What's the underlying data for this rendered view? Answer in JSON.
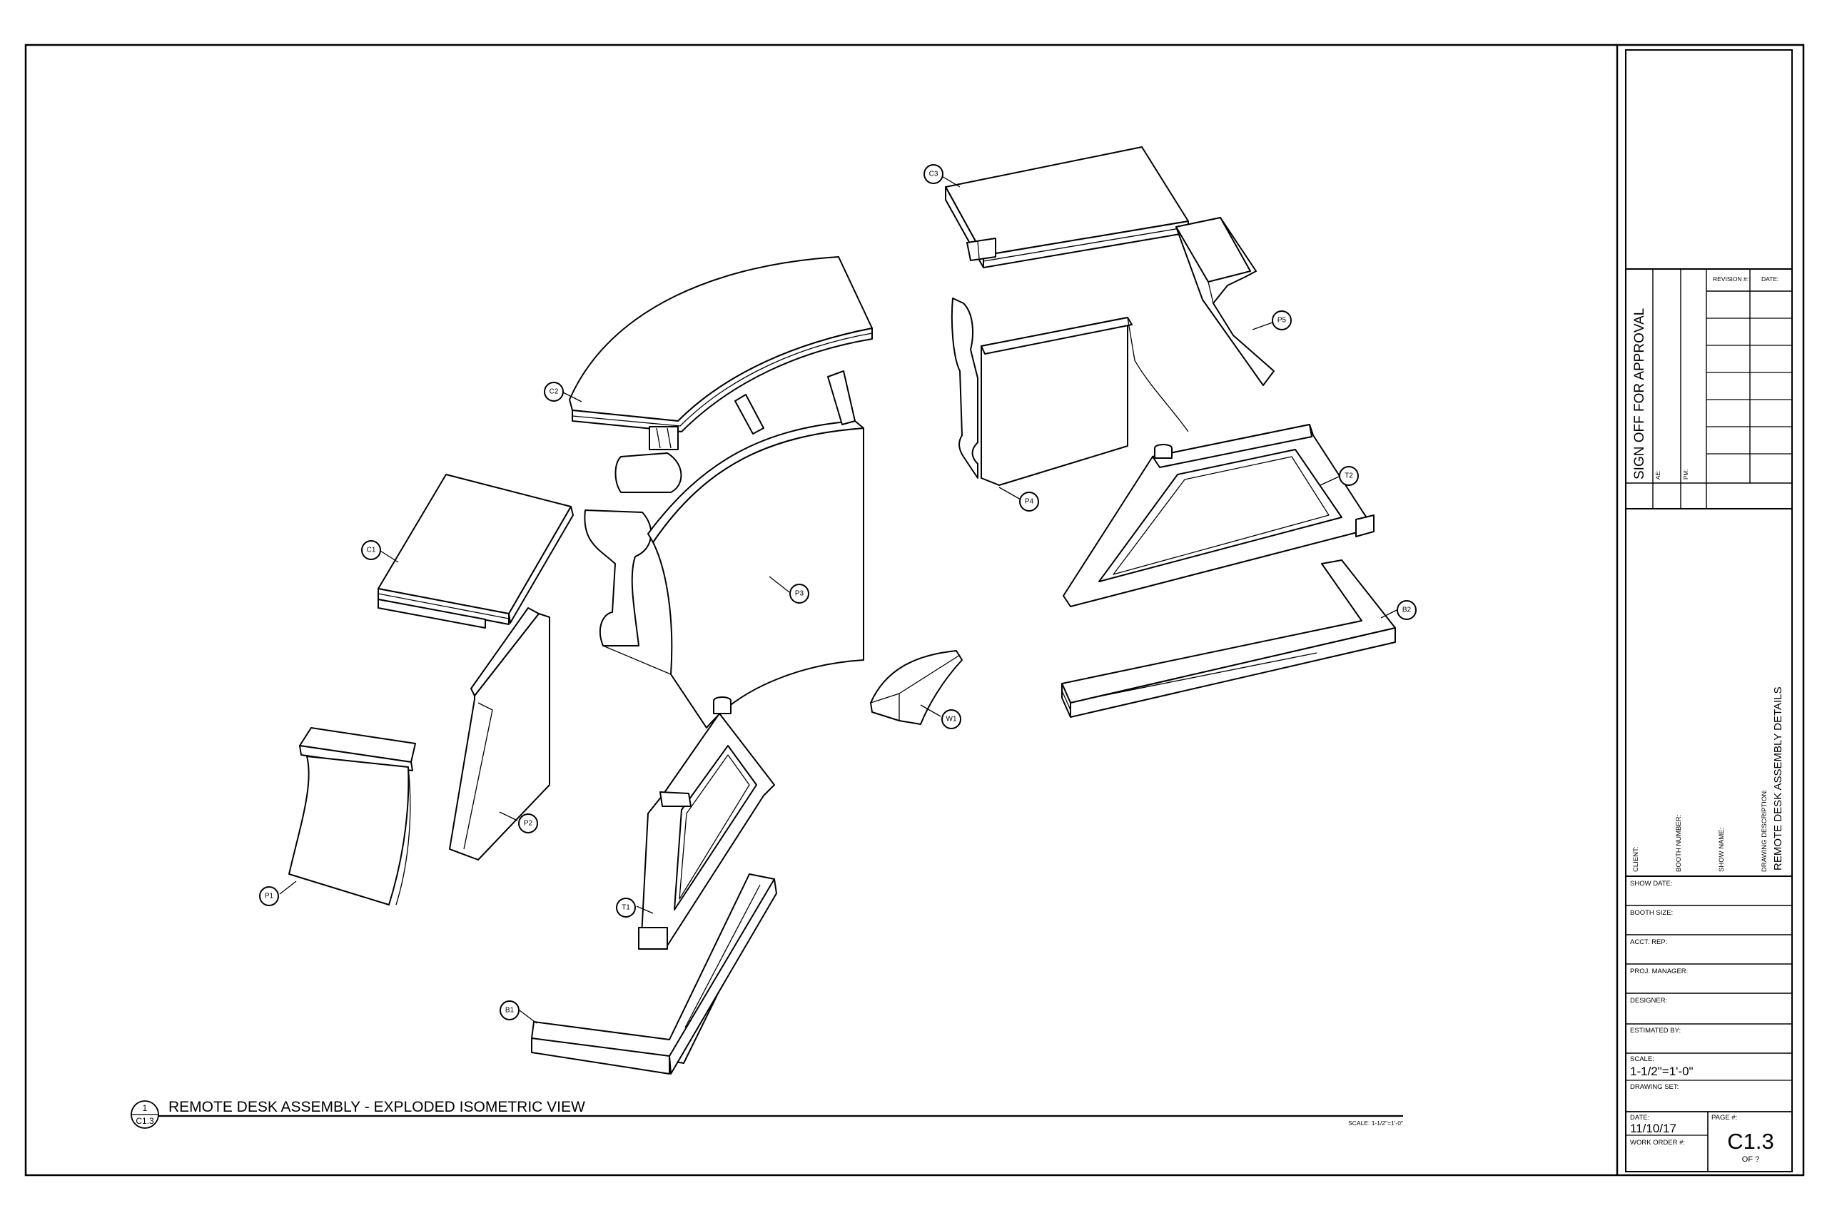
{
  "drawing": {
    "view_number": "1",
    "view_sheet": "C1.3",
    "view_title": "REMOTE DESK ASSEMBLY - EXPLODED ISOMETRIC VIEW",
    "view_scale": "SCALE: 1-1/2\"=1'-0\""
  },
  "parts": [
    "C3",
    "P5",
    "C2",
    "P4",
    "T2",
    "C1",
    "P3",
    "B2",
    "W1",
    "P2",
    "P1",
    "T1",
    "B1"
  ],
  "approval": {
    "title": "SIGN OFF FOR APPROVAL",
    "ae_label": "AE:",
    "pm_label": "PM:",
    "revision_label": "REVISION #:",
    "date_label": "DATE:"
  },
  "title_block": {
    "client_label": "CLIENT:",
    "booth_number_label": "BOOTH NUMBER:",
    "show_name_label": "SHOW NAME:",
    "drawing_description_label": "DRAWING DESCRIPTION:",
    "drawing_description": "REMOTE DESK ASSEMBLY DETAILS",
    "show_date_label": "SHOW DATE:",
    "booth_size_label": "BOOTH SIZE:",
    "acct_rep_label": "ACCT. REP:",
    "proj_manager_label": "PROJ. MANAGER:",
    "designer_label": "DESIGNER:",
    "estimated_by_label": "ESTIMATED BY:",
    "scale_label": "SCALE:",
    "scale_value": "1-1/2\"=1'-0\"",
    "drawing_set_label": "DRAWING SET:",
    "date_label": "DATE:",
    "date_value": "11/10/17",
    "work_order_label": "WORK ORDER #:",
    "page_label": "PAGE #:",
    "page_value": "C1.3",
    "page_of": "OF ?"
  }
}
